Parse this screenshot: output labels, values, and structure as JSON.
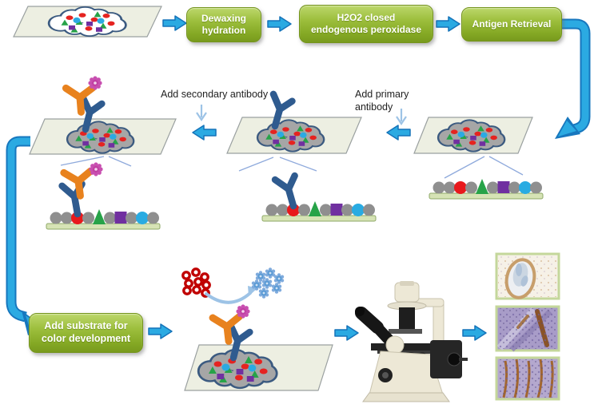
{
  "steps": [
    {
      "id": "dewaxing",
      "label": "Dewaxing\nhydration"
    },
    {
      "id": "peroxidase",
      "label": "H2O2 closed\nendogenous peroxidase"
    },
    {
      "id": "antigen_retrieval",
      "label": "Antigen Retrieval"
    },
    {
      "id": "substrate",
      "label": "Add substrate for\ncolor development"
    }
  ],
  "annotations": [
    {
      "id": "add_secondary",
      "label": "Add secondary antibody"
    },
    {
      "id": "add_primary",
      "label": "Add primary\nantibody"
    }
  ],
  "colors": {
    "step_green": "#8FB32E",
    "flow_arrow_blue": "#2BAAE2",
    "flow_arrow_border": "#1777BE",
    "slide_fill": "#EDEFE2",
    "cell_cloud_gray": "#A6A6A6",
    "cloud_outline": "#3B5A80",
    "primary_antibody_blue": "#2F5B8F",
    "secondary_antibody_orange": "#E8821E",
    "enzyme_pink": "#C13FA3",
    "substrate_red": "#C00000",
    "product_blue": "#5B9BD5",
    "antigen_red": "#E52320",
    "antigen_green": "#27A348",
    "antigen_cyan": "#2BAAE2",
    "antigen_purple": "#7030A0",
    "receptor_gray": "#8F8F8F",
    "membrane_bar_green": "#D6E3B5",
    "annotation_arrow_blue": "#9DC3E6",
    "result_frame_green": "#C4D79B"
  },
  "icons": {
    "specimen_slide": "parallelogram-glass-slide",
    "tissue_cells": "cell-cluster-cloud",
    "antigen_shapes": [
      "red-circle",
      "green-triangle",
      "purple-square",
      "blue-circle",
      "gray-circle"
    ],
    "primary_antibody": "dark-blue-Y-antibody",
    "secondary_antibody": "orange-Y-antibody",
    "enzyme": "pink-flower-enzyme",
    "substrate": "red-donut-cluster",
    "colored_product": "blue-flower-cluster",
    "flow_arrow": "blue-block-arrow",
    "microscope": "inverted-microscope",
    "results": "ihc-stained-tissue-images"
  }
}
